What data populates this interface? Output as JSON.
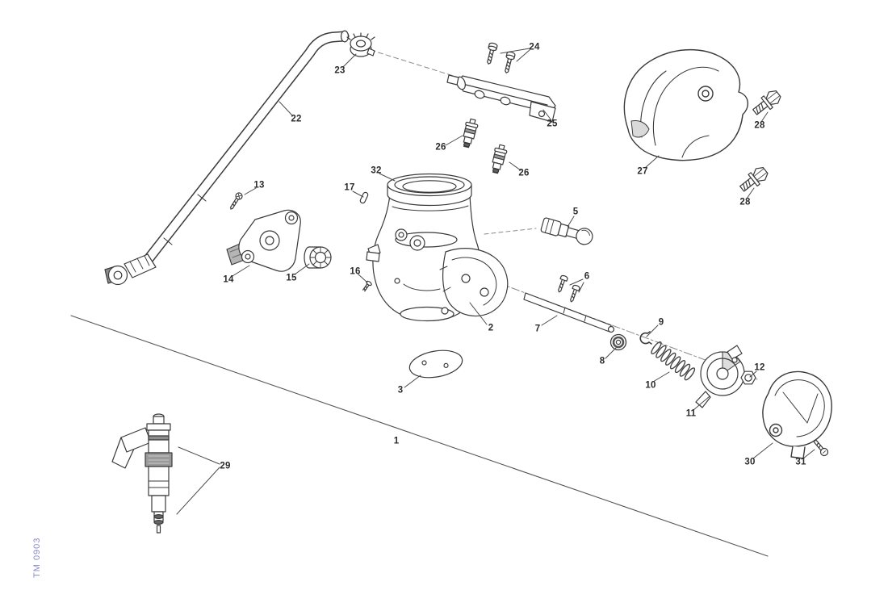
{
  "page": {
    "background_color": "#ffffff",
    "line_color": "#3a3a3a",
    "watermark": {
      "text": "TM 0903",
      "color": "#8a8ac8"
    }
  },
  "artwork_parts": {
    "1": "assembly-reference-line",
    "2": "throttle-cam-bracket",
    "3": "oval-gasket-plate",
    "5": "sensor-plug",
    "6": "screws-pair",
    "7": "link-rod",
    "8": "washer-bearing",
    "9": "retaining-clip",
    "10": "return-spring",
    "11": "throttle-pulley",
    "12": "hex-nut",
    "13": "screw",
    "14": "throttle-position-sensor",
    "15": "splined-coupler",
    "16": "small-screw",
    "17": "dowel-pin",
    "22": "fuel-hose",
    "23": "hose-clamp",
    "24": "rail-screws",
    "25": "fuel-rail",
    "26": "fuel-injector",
    "27": "rubber-boot-cover",
    "28": "hex-flange-bolt",
    "29": "fuel-injector-detail",
    "30": "pulley-cover",
    "31": "cover-screw",
    "32": "throttle-body-bore"
  },
  "callouts": {
    "n1": "1",
    "n2": "2",
    "n3": "3",
    "n5": "5",
    "n6": "6",
    "n7": "7",
    "n8": "8",
    "n9": "9",
    "n10": "10",
    "n11": "11",
    "n12": "12",
    "n13": "13",
    "n14": "14",
    "n15": "15",
    "n16": "16",
    "n17": "17",
    "n22": "22",
    "n23": "23",
    "n24": "24",
    "n25": "25",
    "n26a": "26",
    "n26b": "26",
    "n27": "27",
    "n28a": "28",
    "n28b": "28",
    "n29": "29",
    "n30": "30",
    "n31": "31",
    "n32": "32"
  }
}
